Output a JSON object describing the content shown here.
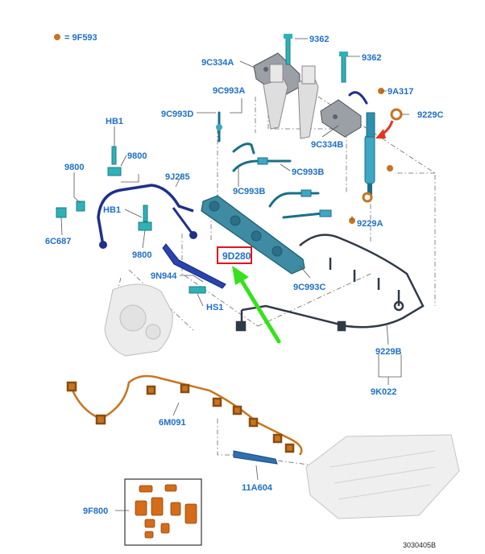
{
  "legend": {
    "text": "= 9F593",
    "dot_color": "#c8741f"
  },
  "labels": {
    "l_9362a": "9362",
    "l_9362b": "9362",
    "l_9c334a": "9C334A",
    "l_9c993a": "9C993A",
    "l_9a317": "9A317",
    "l_9c993d": "9C993D",
    "l_9229c": "9229C",
    "l_hb1a": "HB1",
    "l_9800a": "9800",
    "l_9c334b": "9C334B",
    "l_9800b": "9800",
    "l_9j285": "9J285",
    "l_9c993b_a": "9C993B",
    "l_9c993b_b": "9C993B",
    "l_hb1b": "HB1",
    "l_9229a": "9229A",
    "l_6c687": "6C687",
    "l_9800c": "9800",
    "l_9d280": "9D280",
    "l_9n944": "9N944",
    "l_9c993c": "9C993C",
    "l_hs1": "HS1",
    "l_9229b": "9229B",
    "l_9k022": "9K022",
    "l_6m091": "6M091",
    "l_11a604": "11A604",
    "l_9f800": "9F800"
  },
  "image_code": "3030405B",
  "colors": {
    "label": "#1f6fc6",
    "highlight_box": "#e0141e",
    "arrow_green": "#35e21d",
    "arrow_red": "#e6341f",
    "part_orange": "#c8741f",
    "hose_teal": "#1a6f86",
    "pipe_navy": "#1f2f8a",
    "harness_dark": "#2f3a47"
  }
}
